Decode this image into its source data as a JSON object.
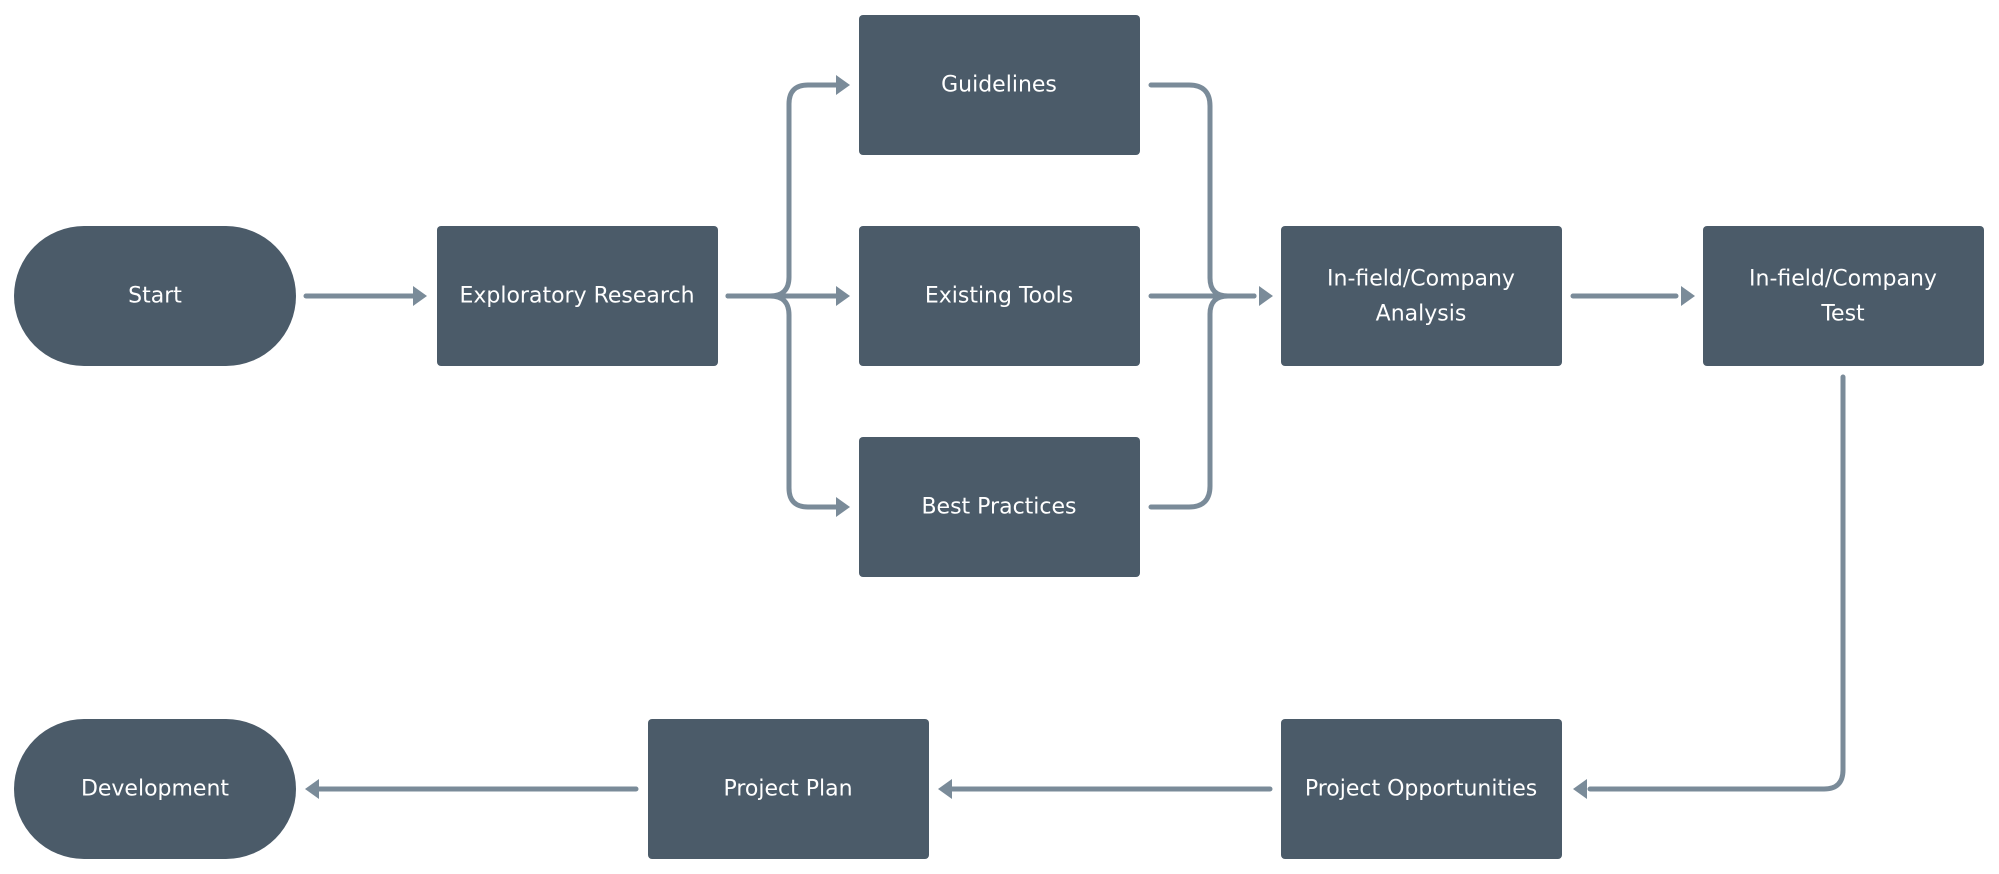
{
  "nodes": {
    "start": "Start",
    "exploratory_research": "Exploratory Research",
    "guidelines": "Guidelines",
    "existing_tools": "Existing Tools",
    "best_practices": "Best Practices",
    "infield_analysis": [
      "In-field/Company",
      "Analysis"
    ],
    "infield_test": [
      "In-field/Company",
      "Test"
    ],
    "project_opportunities": "Project Opportunities",
    "project_plan": "Project Plan",
    "development": "Development"
  },
  "colors": {
    "node_fill": "#4b5b69",
    "connector": "#7a8b99",
    "text": "#ffffff"
  }
}
